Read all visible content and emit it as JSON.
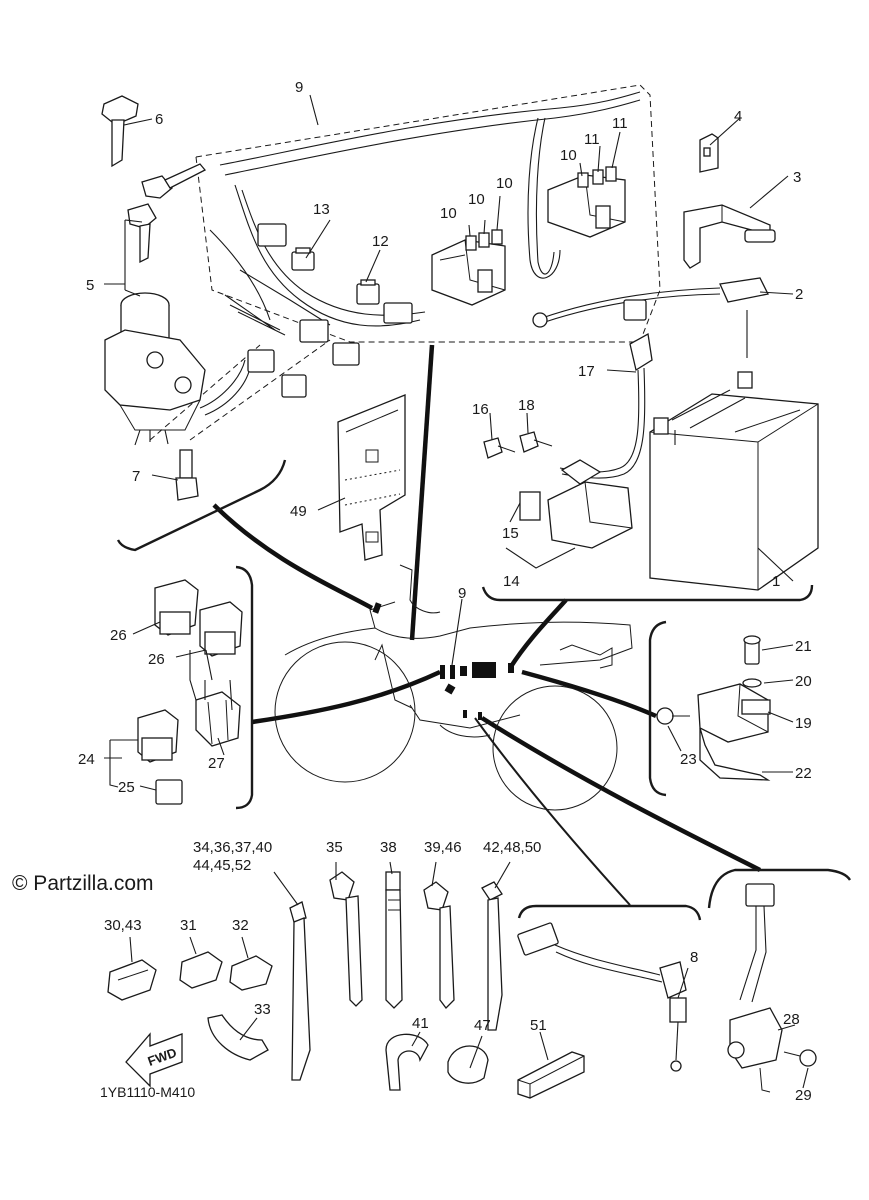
{
  "diagram": {
    "copyright": "© Partzilla.com",
    "drawing_code": "1YB1110-M410",
    "fwd_label": "FWD"
  },
  "callouts": {
    "c1": "1",
    "c2": "2",
    "c3": "3",
    "c4": "4",
    "c5": "5",
    "c6": "6",
    "c7": "7",
    "c8": "8",
    "c9a": "9",
    "c9b": "9",
    "c10a": "10",
    "c10b": "10",
    "c10c": "10",
    "c10d": "10",
    "c11a": "11",
    "c11b": "11",
    "c12": "12",
    "c13": "13",
    "c14": "14",
    "c15": "15",
    "c16": "16",
    "c17": "17",
    "c18": "18",
    "c19": "19",
    "c20": "20",
    "c21": "21",
    "c22": "22",
    "c23": "23",
    "c24": "24",
    "c25": "25",
    "c26a": "26",
    "c26b": "26",
    "c27": "27",
    "c28": "28",
    "c29": "29",
    "c30_43": "30,43",
    "c31": "31",
    "c32": "32",
    "c33": "33",
    "c34_40": "34,36,37,40",
    "c44_52": "44,45,52",
    "c35": "35",
    "c38": "38",
    "c39_46": "39,46",
    "c42_50": "42,48,50",
    "c41": "41",
    "c47": "47",
    "c49": "49",
    "c51": "51"
  }
}
